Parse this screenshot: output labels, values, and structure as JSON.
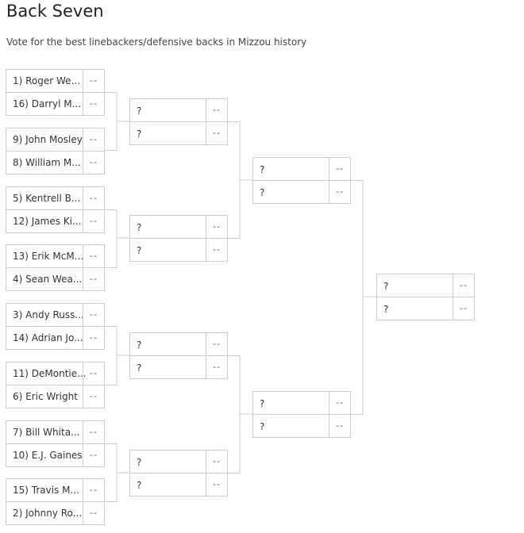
{
  "title": "Back Seven",
  "subtitle": "Vote for the best linebackers/defensive backs in Mizzou history",
  "round1": [
    [
      "1) Roger We...",
      "16) Darryl M..."
    ],
    [
      "9) John Mosley",
      "8) William M..."
    ],
    [
      "5) Kentrell B...",
      "12) James Ki..."
    ],
    [
      "13) Erik McM...",
      "4) Sean Wea..."
    ],
    [
      "3) Andy Russ...",
      "14) Adrian Jo..."
    ],
    [
      "11) DeMontie...",
      "6) Eric Wright"
    ],
    [
      "7) Bill Whita...",
      "10) E.J. Gaines"
    ],
    [
      "15) Travis M...",
      "2) Johnny Ro..."
    ]
  ],
  "placeholder_name": "?",
  "score_placeholder": "--",
  "round2_count": 4,
  "round3_count": 2,
  "final_count": 1
}
